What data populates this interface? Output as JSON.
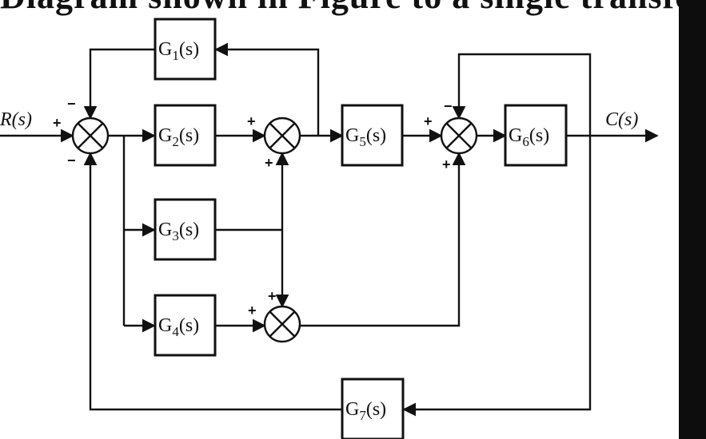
{
  "heading": "Diagram shown in Figure to a single transfer",
  "signals": {
    "input": "R(s)",
    "output": "C(s)"
  },
  "blocks": [
    {
      "id": "g1",
      "main": "G",
      "sub": "1",
      "arg": "(s)"
    },
    {
      "id": "g2",
      "main": "G",
      "sub": "2",
      "arg": "(s)"
    },
    {
      "id": "g3",
      "main": "G",
      "sub": "3",
      "arg": "(s)"
    },
    {
      "id": "g4",
      "main": "G",
      "sub": "4",
      "arg": "(s)"
    },
    {
      "id": "g5",
      "main": "G",
      "sub": "5",
      "arg": "(s)"
    },
    {
      "id": "g6",
      "main": "G",
      "sub": "6",
      "arg": "(s)"
    },
    {
      "id": "g7",
      "main": "G",
      "sub": "7",
      "arg": "(s)"
    }
  ],
  "signs": {
    "sum1_top": "−",
    "sum1_left": "+",
    "sum1_bottom": "−",
    "sum2_left": "+",
    "sum2_bottom": "+",
    "sum3_left": "+",
    "sum3_top": "+",
    "sum4_top": "−",
    "sum4_left": "+",
    "sum4_bottom": "+"
  }
}
